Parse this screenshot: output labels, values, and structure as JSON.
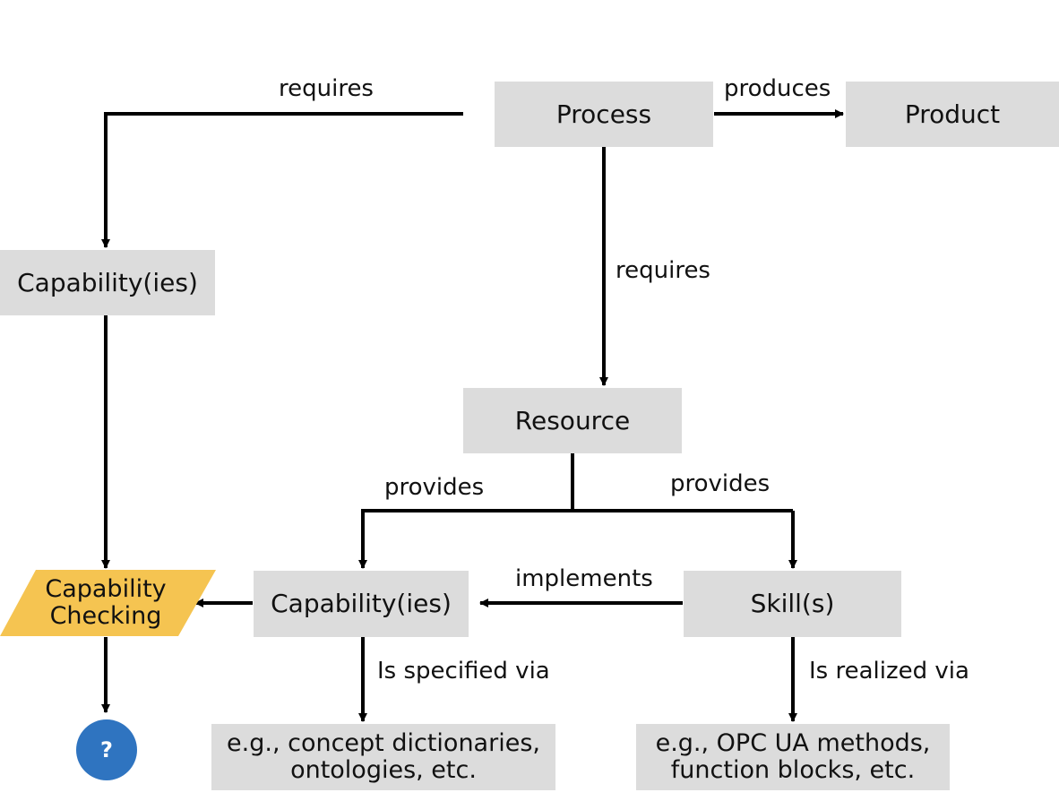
{
  "boxes": {
    "process": "Process",
    "product": "Product",
    "capability_left": "Capability(ies)",
    "resource": "Resource",
    "capability_mid": "Capability(ies)",
    "skill": "Skill(s)",
    "concept_examples": "e.g., concept dictionaries,\nontologies, etc.",
    "opc_examples": "e.g., OPC UA methods,\nfunction blocks, etc."
  },
  "decision": {
    "label": "Capability\nChecking",
    "color": "#f5c451"
  },
  "result": {
    "symbol": "?",
    "color": "#2f74c0",
    "icon": "question-mark-circle-icon"
  },
  "edges": {
    "process_requires_capability": "requires",
    "process_produces_product": "produces",
    "process_requires_resource": "requires",
    "resource_provides_capability": "provides",
    "resource_provides_skill": "provides",
    "skill_implements_capability": "implements",
    "capability_specified_via": "Is specified via",
    "skill_realized_via": "Is realized via"
  },
  "colors": {
    "box_fill": "#dcdcdc",
    "line": "#000000"
  }
}
